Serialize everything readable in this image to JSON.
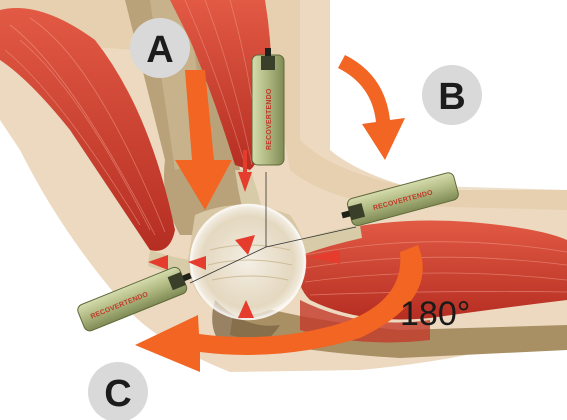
{
  "labels": {
    "a": "A",
    "b": "B",
    "c": "C"
  },
  "angle": "180°",
  "needles": [
    {
      "id": "top",
      "text": "RECOVERTENDO"
    },
    {
      "id": "right",
      "text": "RECOVERTENDO"
    },
    {
      "id": "left",
      "text": "RECOVERTENDO"
    }
  ],
  "colors": {
    "arrow": "#f26522",
    "arrow_dark": "#e2551a",
    "muscle": "#d8432f",
    "muscle_dark": "#a8281f",
    "tendon": "#c8b58a",
    "bone": "#b09869",
    "skin": "#ead8bd",
    "needle": "#a9b37e",
    "label_circle": "#d9d9d9"
  },
  "icons": {
    "arrows": "orange-arrow-icon",
    "target": "red-target-arrow-icon"
  }
}
